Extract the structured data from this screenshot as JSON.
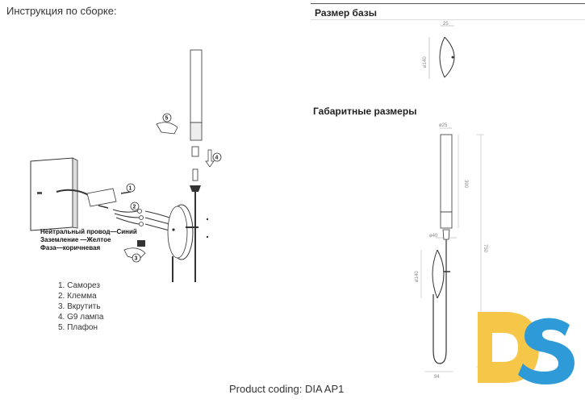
{
  "left_title": "Инструкция по сборке:",
  "base_section": {
    "title": "Размер базы",
    "dim_depth": "25",
    "dim_diameter": "ø140"
  },
  "dims_section": {
    "title": "Габаритные размеры",
    "dim_tube_diameter": "ø25",
    "dim_tube_length": "390",
    "dim_total_height": "750",
    "dim_socket": "ø40",
    "dim_base": "ø140",
    "dim_width": "94"
  },
  "wires": [
    "Нейтральный провод—Синий",
    "Заземление —Желтое",
    "Фаза—коричневая"
  ],
  "steps": [
    "1. Саморез",
    "2. Клемма",
    "3. Вкрутить",
    "4. G9 лампа",
    "5. Плафон"
  ],
  "callouts": [
    "1",
    "2",
    "3",
    "4",
    "5"
  ],
  "footer": "Product coding: DIA AP1",
  "logo": {
    "text": "DS",
    "color_d": "#F5C648",
    "color_s": "#2E9BD8"
  }
}
